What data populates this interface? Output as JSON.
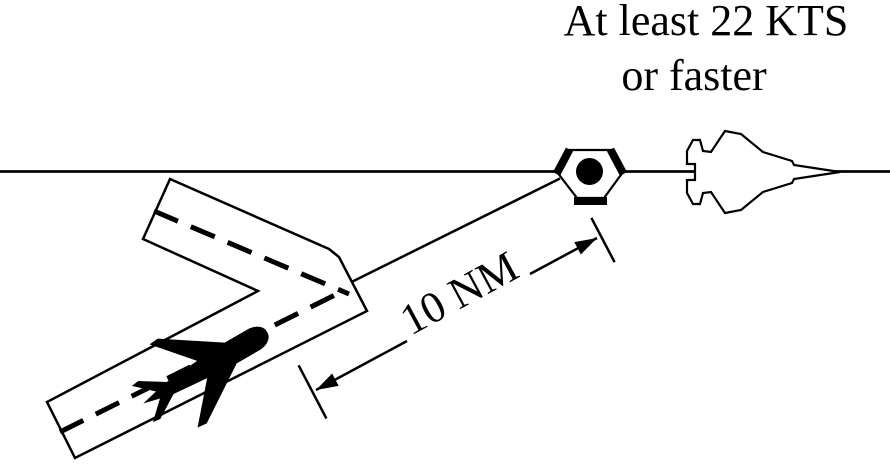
{
  "annotations": {
    "speed_note_line1": "At least 22 KTS",
    "speed_note_line2": "or faster",
    "distance_label": "10 NM"
  },
  "colors": {
    "ink": "#000000",
    "background": "#ffffff"
  },
  "symbols": {
    "fix_symbol": "vortac-waypoint-icon",
    "fix_center": "filled-dot",
    "departing_aircraft": "airliner-silhouette-icon",
    "overhead_aircraft": "fighter-jet-outline-icon",
    "airport": "converging-runways-outline",
    "measurement": "double-arrow-dimension-line"
  }
}
